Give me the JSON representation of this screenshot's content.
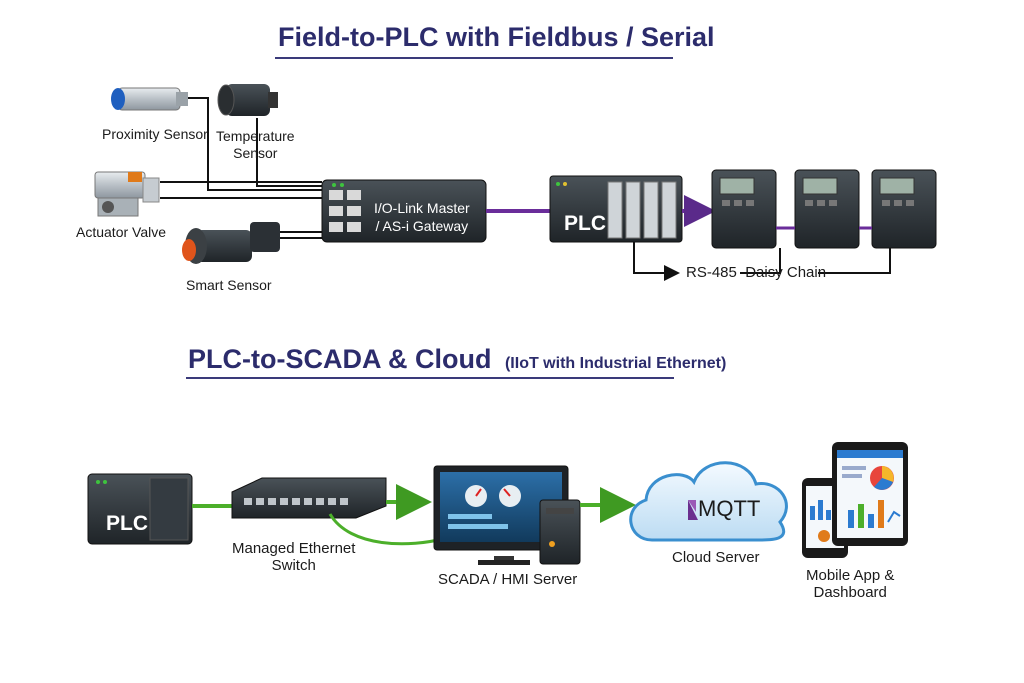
{
  "section1": {
    "title": "Field-to-PLC with Fieldbus / Serial",
    "devices": {
      "proximity": "Proximity Sensor",
      "temperature_l1": "Temperature",
      "temperature_l2": "Sensor",
      "actuator": "Actuator Valve",
      "smart": "Smart Sensor",
      "gateway_l1": "I/O-Link Master",
      "gateway_l2": "/ AS-i Gateway",
      "plc": "PLC",
      "chain": "RS-485  Daisy Chain"
    }
  },
  "section2": {
    "title": "PLC-to-SCADA & Cloud",
    "subtitle": "(IIoT with Industrial Ethernet)",
    "devices": {
      "plc": "PLC",
      "switch_l1": "Managed Ethernet",
      "switch_l2": "Switch",
      "scada": "SCADA / HMI Server",
      "cloud": "Cloud Server",
      "mqtt": "MQTT",
      "mobile_l1": "Mobile App &",
      "mobile_l2": "Dashboard"
    }
  },
  "colors": {
    "title": "#2c2c6c",
    "purple_link": "#6a2d9a",
    "green_link": "#4caf2a",
    "device_dark": "#2b3035",
    "cloud_fill": "#cfe6f7"
  }
}
